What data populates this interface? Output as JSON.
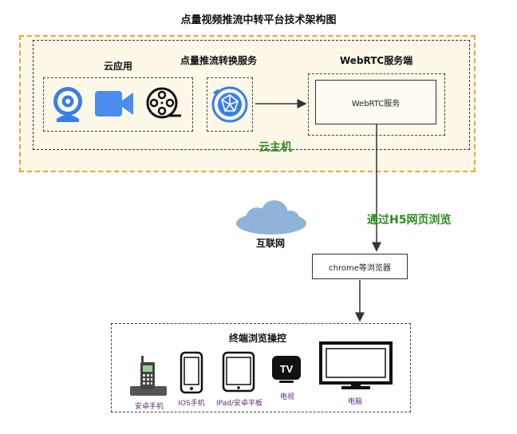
{
  "title": "点量视频推流中转平台技术架构图",
  "cloud_host": {
    "label": "云主机"
  },
  "cloud_app": {
    "label": "云应用",
    "icons": [
      "webcam-icon",
      "video-camera-icon",
      "film-reel-icon"
    ]
  },
  "push_service": {
    "label": "点量推流转换服务",
    "icon": "globe-network-icon"
  },
  "webrtc": {
    "group_label": "WebRTC服务端",
    "box_label": "WebRTC服务"
  },
  "h5_label": "通过H5网页浏览",
  "internet": {
    "label": "互联网"
  },
  "browser": {
    "label": "chrome等浏览器"
  },
  "terminals": {
    "label": "终端浏览操控",
    "devices": [
      {
        "name": "安卓手机",
        "icon": "android-phone-icon"
      },
      {
        "name": "IOS手机",
        "icon": "ios-phone-icon"
      },
      {
        "name": "IPad/安卓平板",
        "icon": "tablet-icon"
      },
      {
        "name": "电视",
        "icon": "tv-icon"
      },
      {
        "name": "电脑",
        "icon": "monitor-icon"
      }
    ]
  },
  "colors": {
    "accent_blue": "#4a8cf0",
    "green_text": "#2b8a1e",
    "host_border": "#f0a23c",
    "host_fill": "#fdf8e7",
    "cloud": "#8fb4d8"
  }
}
